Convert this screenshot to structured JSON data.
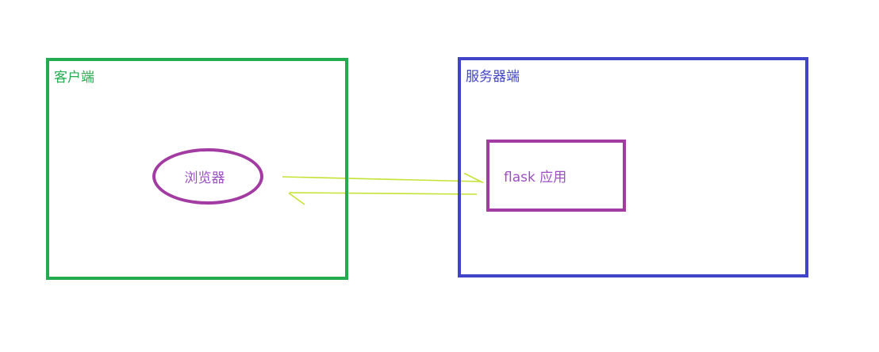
{
  "diagram": {
    "client_box": {
      "label": "客户端"
    },
    "server_box": {
      "label": "服务器端"
    },
    "browser_node": {
      "label": "浏览器"
    },
    "flask_node": {
      "label": "flask 应用"
    },
    "arrows": {
      "request_direction": "browser-to-flask",
      "response_direction": "flask-to-browser"
    },
    "colors": {
      "client_border": "#23ab4f",
      "server_border": "#4144c8",
      "node_border": "#a23ba2",
      "node_text": "#9c4fc4",
      "arrow": "#c3e335",
      "background": "#ffffff"
    }
  }
}
